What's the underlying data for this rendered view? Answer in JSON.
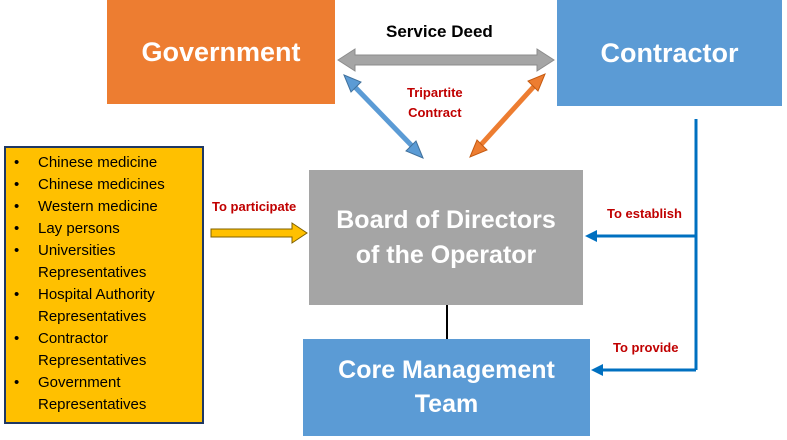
{
  "nodes": {
    "government": "Government",
    "contractor": "Contractor",
    "board": [
      "Board of Directors",
      "of the Operator"
    ],
    "core": [
      "Core Management",
      "Team"
    ]
  },
  "labels": {
    "service_deed": "Service Deed",
    "tripartite": [
      "Tripartite",
      "Contract"
    ],
    "to_participate": "To participate",
    "to_establish": "To establish",
    "to_provide": "To provide"
  },
  "members": [
    "Chinese medicine",
    "Chinese medicines",
    "Western medicine",
    "Lay persons",
    "Universities Representatives",
    "Hospital Authority Representatives",
    "Contractor Representatives",
    "Government Representatives"
  ],
  "colors": {
    "government": "#ED7D31",
    "contractor": "#5B9BD5",
    "board": "#A5A5A5",
    "core": "#5B9BD5",
    "members_fill": "#FFC000",
    "label_red": "#C00000",
    "connector_blue": "#0070C0"
  }
}
